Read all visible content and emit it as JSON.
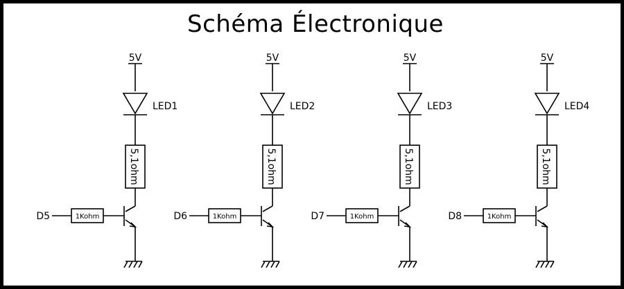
{
  "title": "Schéma Électronique",
  "colors": {
    "ink": "#000000",
    "background": "#ffffff"
  },
  "circuits": [
    {
      "supply": "5V",
      "led": "LED1",
      "resistor": "5,1ohm",
      "base_resistor": "1Kohm",
      "input": "D5"
    },
    {
      "supply": "5V",
      "led": "LED2",
      "resistor": "5,1ohm",
      "base_resistor": "1Kohm",
      "input": "D6"
    },
    {
      "supply": "5V",
      "led": "LED3",
      "resistor": "5,1ohm",
      "base_resistor": "1Kohm",
      "input": "D7"
    },
    {
      "supply": "5V",
      "led": "LED4",
      "resistor": "5,1ohm",
      "base_resistor": "1Kohm",
      "input": "D8"
    }
  ]
}
